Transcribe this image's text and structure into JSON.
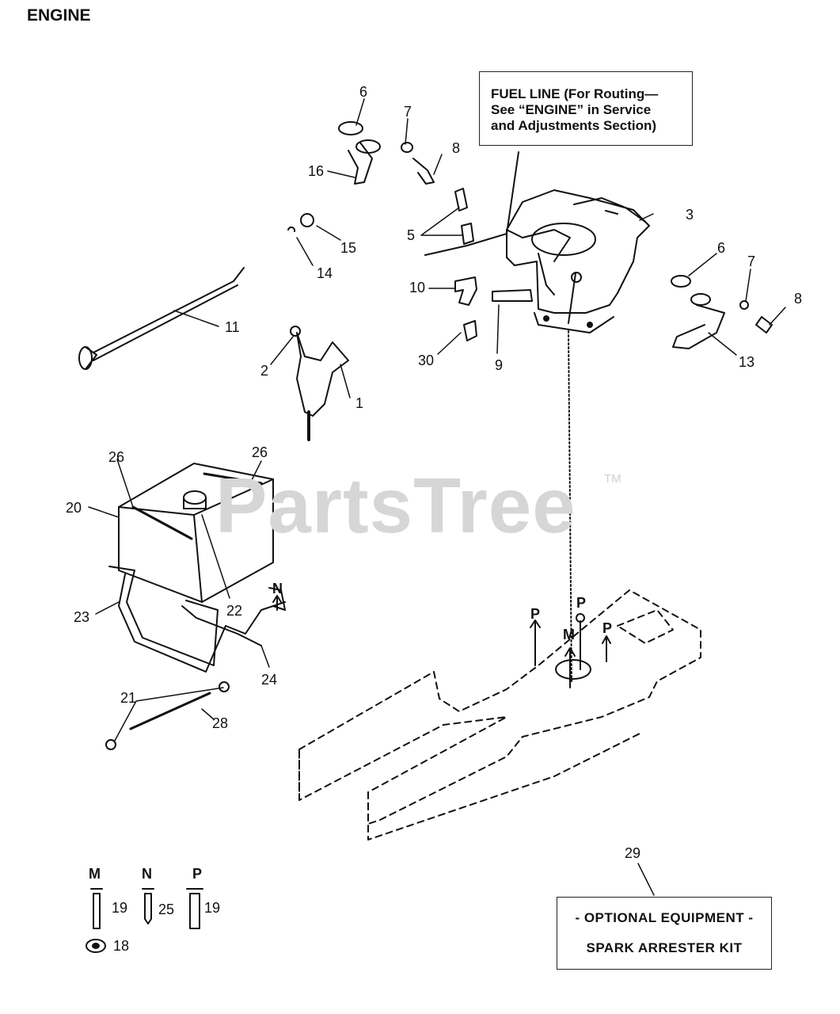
{
  "title": "ENGINE",
  "fuel_line_note": {
    "line1": "FUEL LINE (For Routing—",
    "line2": "See “ENGINE” in Service",
    "line3": "and Adjustments Section)"
  },
  "optional_box": {
    "line1": "- OPTIONAL EQUIPMENT -",
    "line2": "SPARK ARRESTER KIT"
  },
  "watermark": {
    "text": "PartsTree",
    "tm": "TM"
  },
  "part_labels": {
    "p1": "1",
    "p2": "2",
    "p3": "3",
    "p5": "5",
    "p6a": "6",
    "p6b": "6",
    "p7a": "7",
    "p7b": "7",
    "p8a": "8",
    "p8b": "8",
    "p9": "9",
    "p10": "10",
    "p11": "11",
    "p13": "13",
    "p14": "14",
    "p15": "15",
    "p16": "16",
    "p18": "18",
    "p19a": "19",
    "p19b": "19",
    "p20": "20",
    "p21": "21",
    "p22": "22",
    "p23": "23",
    "p24": "24",
    "p25": "25",
    "p26a": "26",
    "p26b": "26",
    "p28": "28",
    "p29": "29",
    "p30": "30"
  },
  "key_letters": {
    "n_top": "N",
    "p_left": "P",
    "p_mid": "P",
    "p_right": "P",
    "m_mid": "M",
    "m_key": "M",
    "n_key": "N",
    "p_key": "P"
  }
}
